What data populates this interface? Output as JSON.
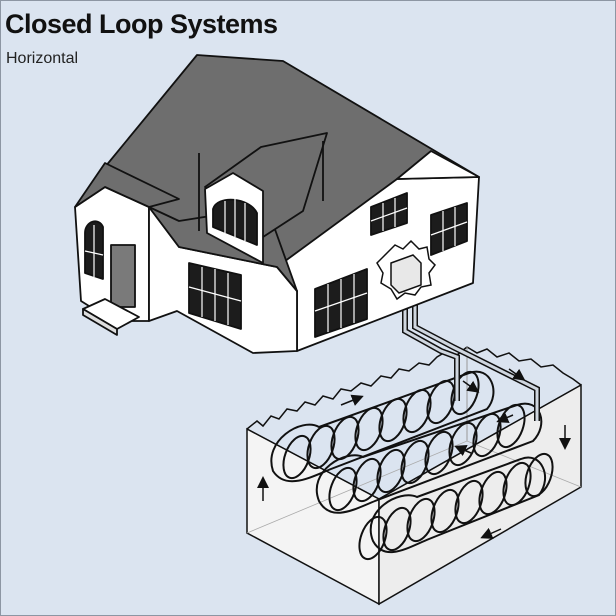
{
  "diagram": {
    "title": "Closed Loop Systems",
    "subtitle": "Horizontal",
    "colors": {
      "background": "#dbe4f0",
      "roof": "#6e6e6e",
      "walls": "#ffffff",
      "windows": "#1c1c1c",
      "door": "#7a7a7a",
      "trench": "#f2f2f2",
      "outline": "#111111"
    },
    "loop_coil_count": 24,
    "flow_arrow_count": 8
  }
}
